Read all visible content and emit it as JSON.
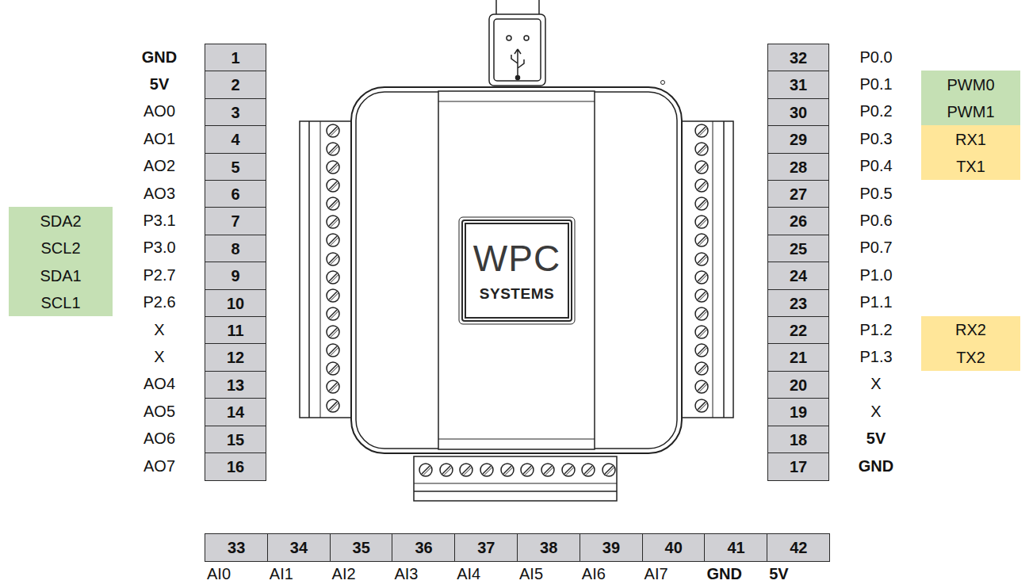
{
  "diagram": {
    "nodes": [
      {
        "text": [
          "1"
        ]
      },
      {
        "text": [
          "2"
        ]
      },
      {
        "text": [
          "3"
        ]
      },
      {
        "text": [
          "4"
        ]
      },
      {
        "text": [
          "5"
        ]
      },
      {
        "text": [
          "6"
        ]
      },
      {
        "text": [
          "7"
        ]
      },
      {
        "text": [
          "8"
        ]
      },
      {
        "text": [
          "9"
        ]
      },
      {
        "text": [
          "10"
        ]
      },
      {
        "text": [
          "11"
        ]
      },
      {
        "text": [
          "12"
        ]
      },
      {
        "text": [
          "13"
        ]
      },
      {
        "text": [
          "14"
        ]
      },
      {
        "text": [
          "15"
        ]
      },
      {
        "text": [
          "16"
        ]
      },
      {
        "text": [
          "32"
        ]
      },
      {
        "text": [
          "31"
        ]
      },
      {
        "text": [
          "30"
        ]
      },
      {
        "text": [
          "29"
        ]
      },
      {
        "text": [
          "28"
        ]
      },
      {
        "text": [
          "27"
        ]
      },
      {
        "text": [
          "26"
        ]
      },
      {
        "text": [
          "25"
        ]
      },
      {
        "text": [
          "24"
        ]
      },
      {
        "text": [
          "23"
        ]
      },
      {
        "text": [
          "22"
        ]
      },
      {
        "text": [
          "21"
        ]
      },
      {
        "text": [
          "20"
        ]
      },
      {
        "text": [
          "19"
        ]
      },
      {
        "text": [
          "18"
        ]
      },
      {
        "text": [
          "17"
        ]
      },
      {
        "text": [
          "33"
        ]
      },
      {
        "text": [
          "34"
        ]
      },
      {
        "text": [
          "35"
        ]
      },
      {
        "text": [
          "36"
        ]
      },
      {
        "text": [
          "37"
        ]
      },
      {
        "text": [
          "38"
        ]
      },
      {
        "text": [
          "39"
        ]
      },
      {
        "text": [
          "40"
        ]
      },
      {
        "text": [
          "41"
        ]
      },
      {
        "text": [
          "42"
        ]
      },
      {
        "text": [
          "SDA2"
        ]
      },
      {
        "text": [
          "SCL2"
        ]
      },
      {
        "text": [
          "SDA1"
        ]
      },
      {
        "text": [
          "SCL1"
        ]
      },
      {
        "text": [
          "PWM0"
        ]
      },
      {
        "text": [
          "PWM1"
        ]
      },
      {
        "text": [
          "RX1"
        ]
      },
      {
        "text": [
          "TX1"
        ]
      },
      {
        "text": [
          "RX2"
        ]
      },
      {
        "text": [
          "TX2"
        ]
      },
      {
        "text": [
          "WPC",
          "SYSTEMS"
        ]
      }
    ],
    "labels": [
      "GND",
      "5V",
      "AO0",
      "AO1",
      "AO2",
      "AO3",
      "P3.1",
      "P3.0",
      "P2.7",
      "P2.6",
      "X",
      "X",
      "AO4",
      "AO5",
      "AO6",
      "AO7",
      "P0.0",
      "P0.1",
      "P0.2",
      "P0.3",
      "P0.4",
      "P0.5",
      "P0.6",
      "P0.7",
      "P1.0",
      "P1.1",
      "P1.2",
      "P1.3",
      "X",
      "X",
      "5V",
      "GND",
      "AI0",
      "AI1",
      "AI2",
      "AI3",
      "AI4",
      "AI5",
      "AI6",
      "AI7",
      "GND",
      "5V"
    ]
  }
}
